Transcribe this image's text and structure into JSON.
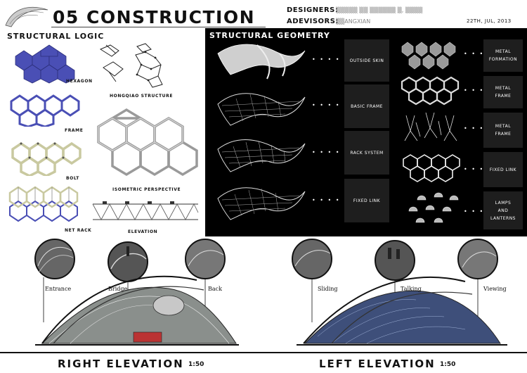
{
  "header": {
    "title": "05 CONSTRUCTION",
    "designers_label": "DESIGNERS:",
    "designers_value": "▒▒▒▒▒ ▒▒ ▒▒▒▒▒▒ ▒, ▒▒▒▒",
    "advisors_label": "ADEVISORS:",
    "advisors_value": "▒▒ANGXIAN",
    "date": "22TH, JUL, 2013"
  },
  "structural_logic": {
    "title": "STRUCTURAL LOGIC",
    "captions": {
      "hexagon": "HEXAGON",
      "frame": "FRAME",
      "bolt": "BOLT",
      "net_rack": "NET RACK",
      "hongqiao": "HONGQIAO STRUCTURE",
      "isometric": "ISOMETRIC PERSPECTIVE",
      "elevation": "ELEVATION"
    }
  },
  "structural_geometry": {
    "title": "STRUCTURAL GEOMETRY",
    "left_labels": [
      "OUTSIDE SKIN",
      "BASIC FRAME",
      "RACK SYSTEM",
      "FIXED LINK"
    ],
    "right_labels": [
      [
        "METAL",
        "FORMATION"
      ],
      [
        "METAL",
        "FRAME"
      ],
      [
        "METAL",
        "FRAME"
      ],
      [
        "FIXED LINK"
      ],
      [
        "LAMPS",
        "AND",
        "LANTERNS"
      ]
    ]
  },
  "elevations": {
    "right": {
      "label": "RIGHT ELEVATION",
      "scale": "1:50",
      "circles": [
        "Entrance",
        "Bridge",
        "Back"
      ]
    },
    "left": {
      "label": "LEFT ELEVATION",
      "scale": "1:50",
      "circles": [
        "Sliding",
        "Talking",
        "Viewing"
      ]
    }
  },
  "colors": {
    "accent_blue": "#4a4fb5",
    "panel_black": "#000000",
    "label_box": "#1e1e1e"
  }
}
